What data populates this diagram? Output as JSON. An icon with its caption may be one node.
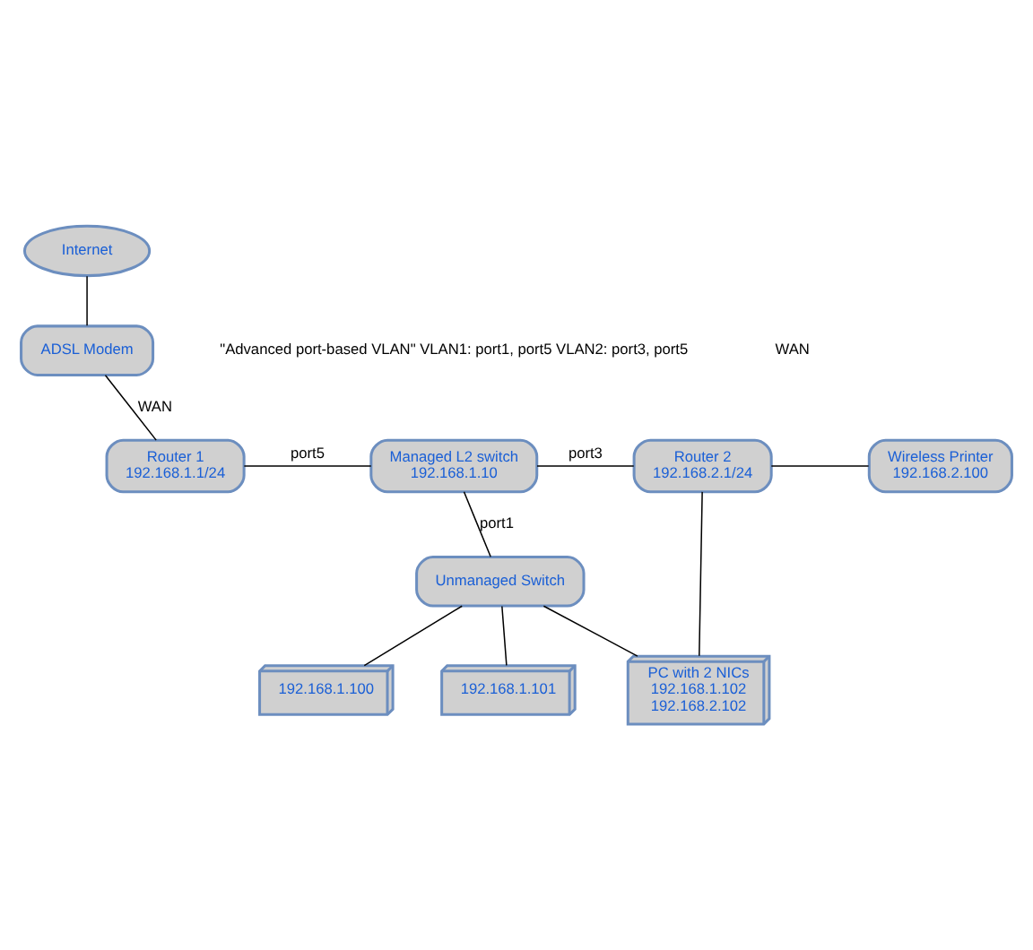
{
  "diagram": {
    "nodes": [
      {
        "text": [
          "Internet"
        ]
      },
      {
        "text": [
          "ADSL Modem"
        ]
      },
      {
        "text": [
          "Router 1",
          "192.168.1.1/24"
        ]
      },
      {
        "text": [
          "Managed L2 switch",
          "192.168.1.10"
        ]
      },
      {
        "text": [
          "Router 2",
          "192.168.2.1/24"
        ]
      },
      {
        "text": [
          "Wireless Printer",
          "192.168.2.100"
        ]
      },
      {
        "text": [
          "Unmanaged Switch"
        ]
      },
      {
        "text": [
          "192.168.1.100"
        ]
      },
      {
        "text": [
          "192.168.1.101"
        ]
      },
      {
        "text": [
          "PC with 2 NICs",
          "192.168.1.102",
          "192.168.2.102"
        ]
      }
    ],
    "edges": [
      {
        "from": 0,
        "to": 1,
        "arrow": "none"
      },
      {
        "from": 1,
        "to": 2,
        "arrow": "none",
        "label": "WAN"
      },
      {
        "from": 2,
        "to": 3,
        "arrow": "none",
        "label": "port5"
      },
      {
        "from": 3,
        "to": 4,
        "arrow": "none",
        "label": "port3"
      },
      {
        "from": 4,
        "to": 5,
        "arrow": "none"
      },
      {
        "from": 3,
        "to": 6,
        "arrow": "none",
        "label": "port1"
      },
      {
        "from": 4,
        "to": 9,
        "arrow": "none"
      },
      {
        "from": 6,
        "to": 7,
        "arrow": "none"
      },
      {
        "from": 6,
        "to": 8,
        "arrow": "none"
      },
      {
        "from": 6,
        "to": 9,
        "arrow": "none"
      }
    ],
    "labels": [
      "\"Advanced port-based VLAN\" VLAN1: port1, port5 VLAN2: port3, port5",
      "WAN"
    ]
  }
}
